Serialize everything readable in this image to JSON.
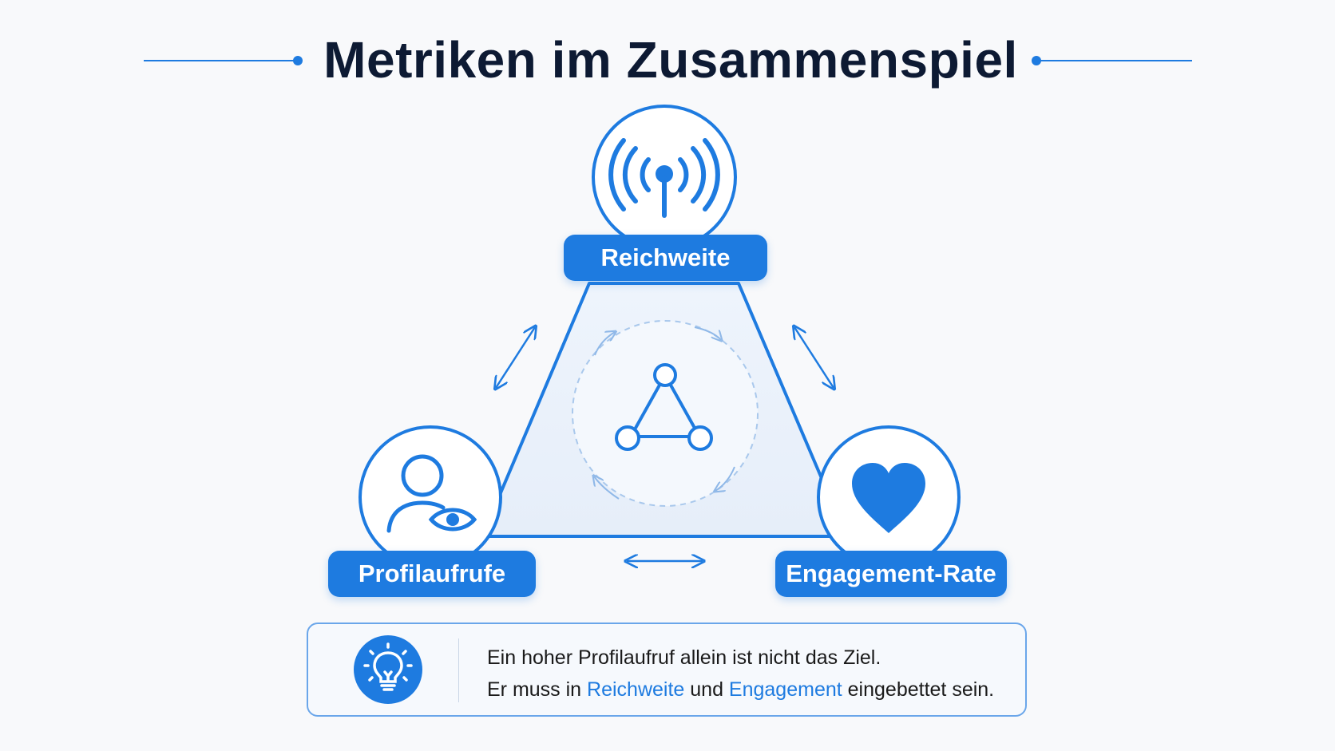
{
  "title": "Metriken im Zusammenspiel",
  "nodes": {
    "reach": {
      "label": "Reichweite",
      "icon": "broadcast-antenna-icon"
    },
    "profile": {
      "label": "Profilaufrufe",
      "icon": "user-eye-icon"
    },
    "engagement": {
      "label": "Engagement-Rate",
      "icon": "heart-icon"
    }
  },
  "center_icon": "network-triangle-icon",
  "info": {
    "icon": "lightbulb-icon",
    "line1": "Ein hoher Profilaufruf allein ist nicht das Ziel.",
    "line2_prefix": "Er muss in ",
    "line2_highlight1": "Reichweite",
    "line2_middle": " und ",
    "line2_highlight2": "Engagement",
    "line2_suffix": " eingebettet sein."
  },
  "colors": {
    "accent": "#1e7be0",
    "title": "#0d1a33",
    "background": "#f8f9fb"
  }
}
